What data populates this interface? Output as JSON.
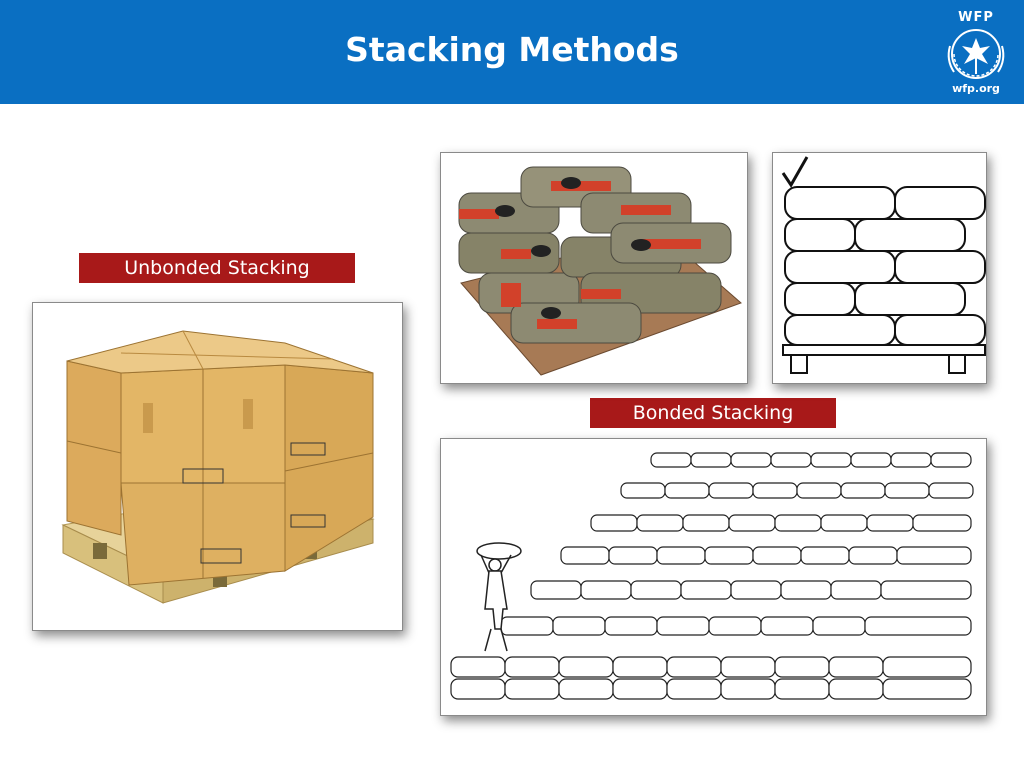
{
  "header": {
    "title": "Stacking Methods",
    "bg_color": "#0a6fc2"
  },
  "logo": {
    "top_text": "WFP",
    "bottom_text": "wfp.org"
  },
  "labels": {
    "unbonded": "Unbonded Stacking",
    "bonded": "Bonded Stacking",
    "label_color": "#a81919"
  },
  "images": [
    {
      "name": "pallet-of-cardboard-boxes",
      "icon": "cardboard-boxes-pallet"
    },
    {
      "name": "pallet-of-cement-bags",
      "icon": "cement-bags-pallet"
    },
    {
      "name": "bonded-stack-drawing",
      "icon": "checkmark-bag-stack"
    },
    {
      "name": "large-bag-stack-illustration",
      "icon": "worker-and-bag-stack"
    }
  ]
}
